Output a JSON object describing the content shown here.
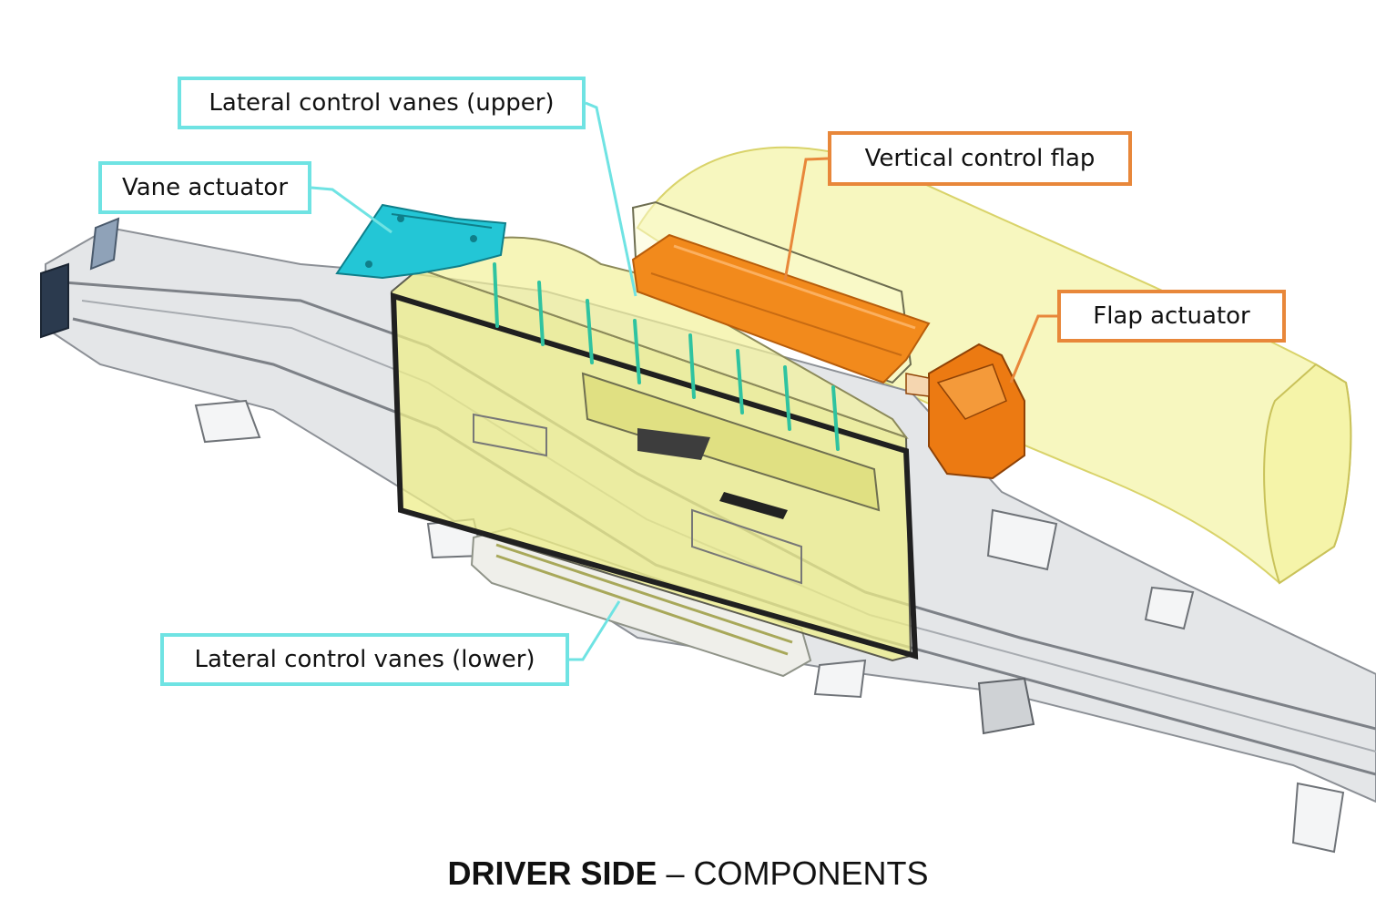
{
  "labels": {
    "lateral_upper": "Lateral control vanes (upper)",
    "vane_actuator": "Vane actuator",
    "vertical_flap": "Vertical control flap",
    "flap_actuator": "Flap actuator",
    "lateral_lower": "Lateral control vanes (lower)"
  },
  "caption": {
    "bold": "DRIVER SIDE",
    "separator": " – ",
    "rest": "COMPONENTS"
  },
  "colors": {
    "cyan_callout": "#6fe3e3",
    "orange_callout": "#e8873a",
    "duct_yellow": "#f1f08a",
    "flap_orange": "#f28a1c",
    "vane_green": "#2fc3a0",
    "frame_gray": "#b9bcc0"
  }
}
